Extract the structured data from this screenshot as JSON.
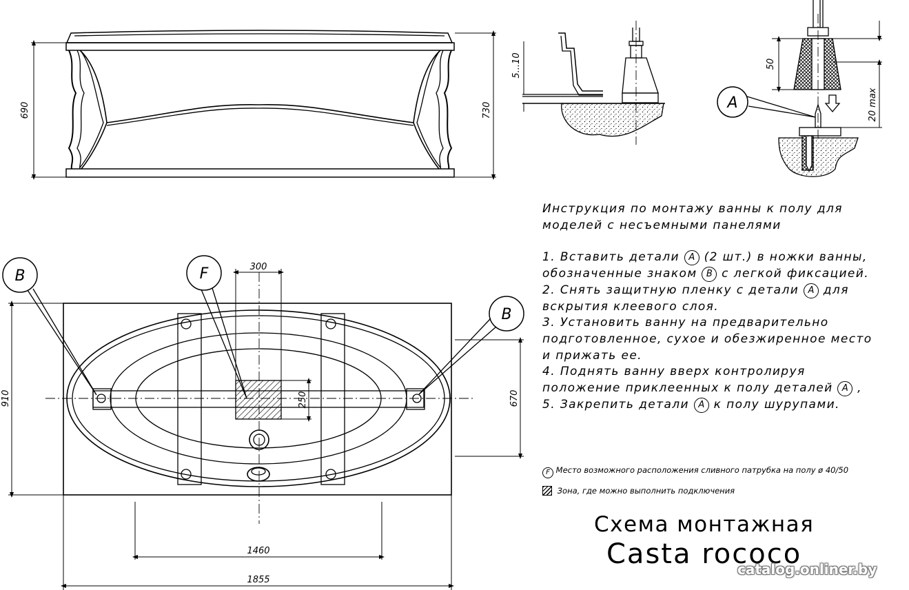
{
  "dimensions": {
    "side_inner_height": "690",
    "side_total_height": "730",
    "screed_gap": "5...10",
    "bracket_height": "50",
    "leg_adjust": "20 max",
    "drain_zone_width": "300",
    "drain_zone_height": "250",
    "plan_width": "910",
    "support_spacing": "670",
    "leg_spacing": "1460",
    "overall_length": "1855"
  },
  "markers": {
    "a": "A",
    "b": "B",
    "f": "F"
  },
  "instructions": {
    "heading": [
      "Инструкция по монтажу ванны к полу для",
      "моделей с несъемными панелями"
    ],
    "step1_a": "1. Вставить детали",
    "step1_b": "(2 шт.) в ножки ванны,",
    "step1_c": "обозначенные знаком",
    "step1_d": "с легкой фиксацией.",
    "step2_a": "2. Снять защитную пленку с детали",
    "step2_b": "для",
    "step2_c": "вскрытия клеевого слоя.",
    "step3": [
      "3. Установить ванну на предварительно",
      "подготовленное, сухое и обезжиренное место",
      "и прижать ее."
    ],
    "step4_a": "4. Поднять ванну вверх контролируя",
    "step4_b": "положение приклеенных к полу деталей",
    "step4_c": ",",
    "step5_a": "5. Закрепить детали",
    "step5_b": "к полу шурупами."
  },
  "legend": {
    "drain": "Место возможного расположения сливного патрубка на полу ø 40/50",
    "zone": "Зона, где можно выполнить   подключения"
  },
  "title": {
    "line1": "Схема монтажная",
    "line2": "Casta rococo"
  },
  "watermark": "catalog.onliner.by"
}
